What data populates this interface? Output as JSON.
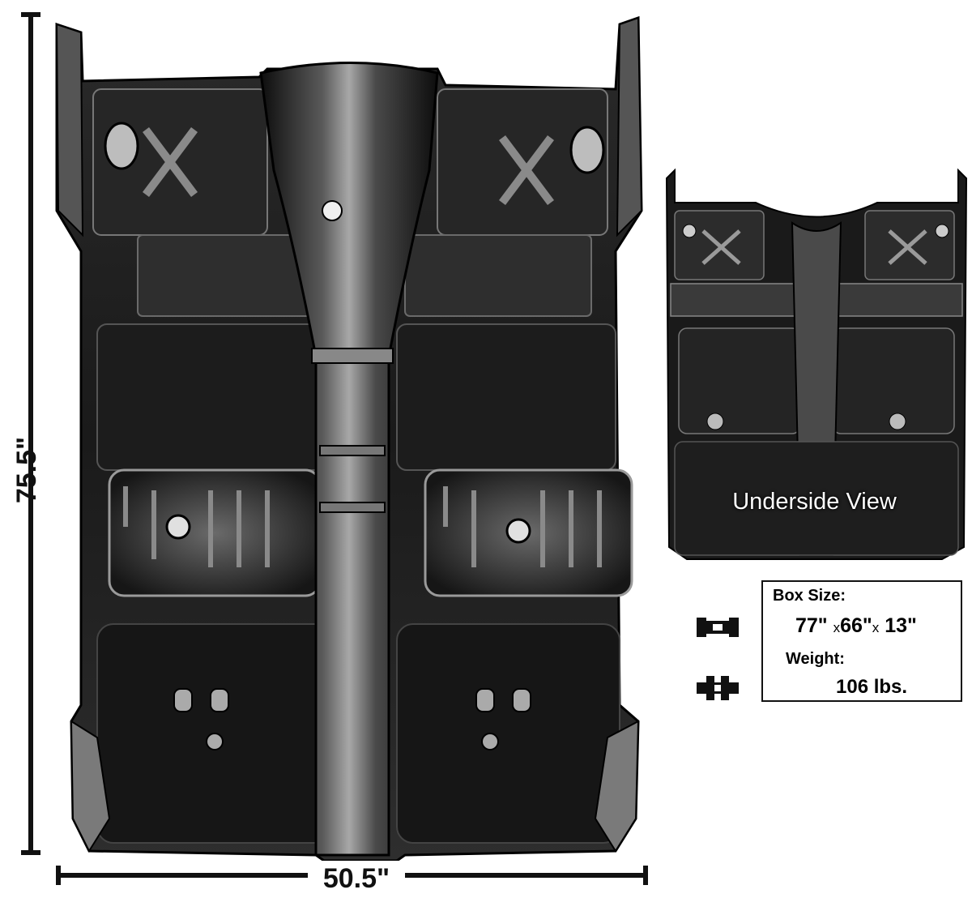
{
  "dimensions": {
    "height": "75.5\"",
    "width": "50.5\""
  },
  "underside": {
    "label": "Underside View"
  },
  "info": {
    "box_size_label": "Box Size:",
    "box_size_a": "77\"",
    "box_size_b": "66\"",
    "box_size_c": "13\"",
    "box_size_sep": "x",
    "weight_label": "Weight:",
    "weight_value": "106 lbs."
  },
  "icons": [
    "box-size-icon",
    "weight-icon"
  ],
  "colors": {
    "metal_dark": "#141414",
    "metal_mid": "#3a3a3a",
    "metal_light": "#9a9a9a",
    "text": "#111111"
  }
}
